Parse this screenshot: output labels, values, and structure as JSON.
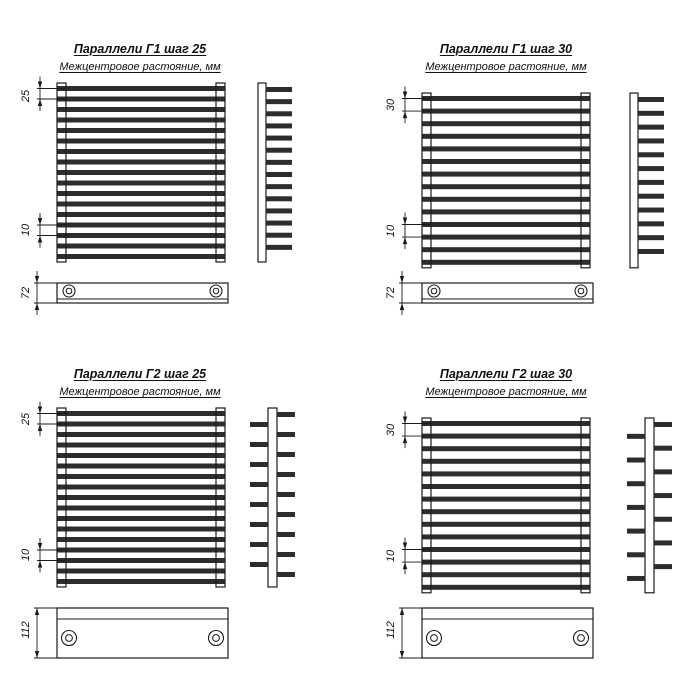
{
  "page": {
    "background": "#ffffff",
    "line_color": "#1a1a1a"
  },
  "drawings": [
    {
      "title": "Параллели Г1 шаг 25",
      "subtitle": "Межцентровое растояние, мм",
      "dimensions": {
        "step": "25",
        "bottom_gap": "10",
        "collector_height": "72"
      },
      "front_view": {
        "bar_count": 17
      },
      "side_view": {
        "tooth_count": 14,
        "double_sided": false
      }
    },
    {
      "title": "Параллели Г1 шаг 30",
      "subtitle": "Межцентровое растояние, мм",
      "dimensions": {
        "step": "30",
        "bottom_gap": "10",
        "collector_height": "72"
      },
      "front_view": {
        "bar_count": 14
      },
      "side_view": {
        "tooth_count": 12,
        "double_sided": false
      }
    },
    {
      "title": "Параллели Г2 шаг 25",
      "subtitle": "Межцентровое растояние, мм",
      "dimensions": {
        "step": "25",
        "bottom_gap": "10",
        "collector_height": "112"
      },
      "front_view": {
        "bar_count": 17
      },
      "side_view": {
        "tooth_count": 17,
        "double_sided": true
      }
    },
    {
      "title": "Параллели Г2 шаг 30",
      "subtitle": "Межцентровое растояние, мм",
      "dimensions": {
        "step": "30",
        "bottom_gap": "10",
        "collector_height": "112"
      },
      "front_view": {
        "bar_count": 14
      },
      "side_view": {
        "tooth_count": 14,
        "double_sided": true
      }
    }
  ]
}
